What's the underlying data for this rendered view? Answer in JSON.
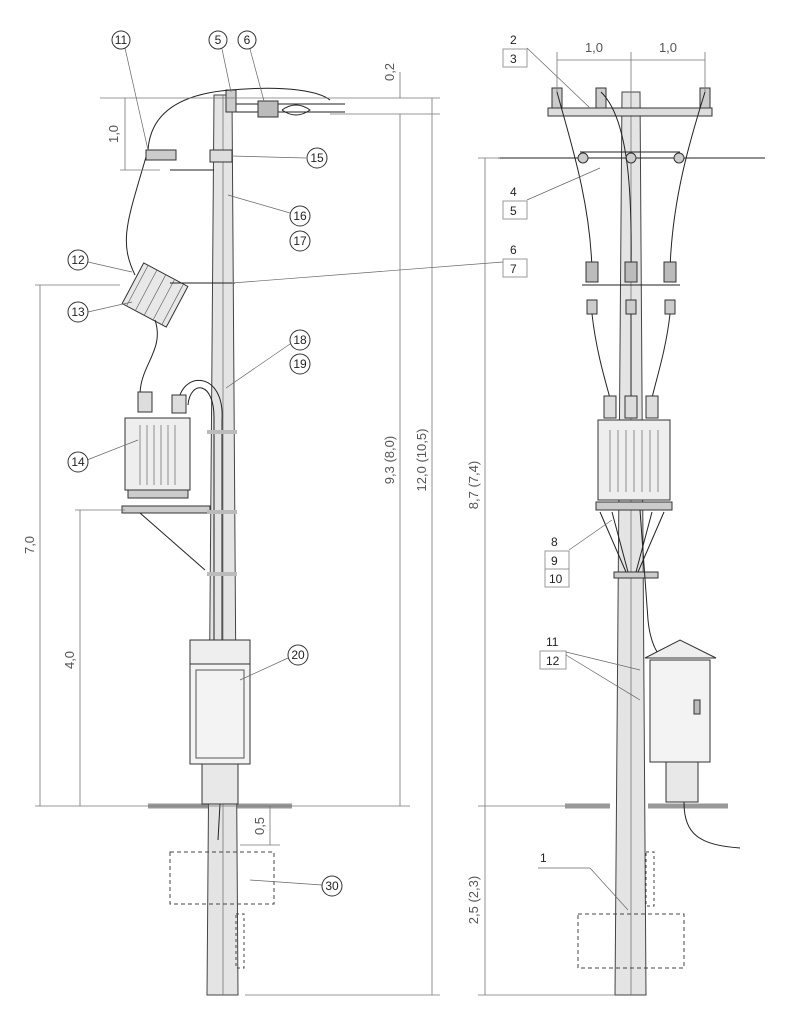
{
  "left_view": {
    "callouts": {
      "c11": "11",
      "c5": "5",
      "c6": "6",
      "c15": "15",
      "c16": "16",
      "c17": "17",
      "c12": "12",
      "c13": "13",
      "c18": "18",
      "c19": "19",
      "c14": "14",
      "c20": "20",
      "c30": "30"
    },
    "dimensions": {
      "d_1_0": "1,0",
      "d_0_2": "0,2",
      "d_9_3": "9,3 (8,0)",
      "d_12_0": "12,0 (10,5)",
      "d_7_0": "7,0",
      "d_4_0": "4,0",
      "d_0_5": "0,5"
    }
  },
  "right_view": {
    "labels": {
      "l2": "2",
      "l3": "3",
      "l4": "4",
      "l5": "5",
      "l6": "6",
      "l7": "7",
      "l8": "8",
      "l9": "9",
      "l10": "10",
      "l11": "11",
      "l12": "12",
      "l1": "1"
    },
    "dimensions": {
      "d_1_0_a": "1,0",
      "d_1_0_b": "1,0",
      "d_8_7": "8,7 (7,4)",
      "d_2_5": "2,5 (2,3)"
    }
  }
}
